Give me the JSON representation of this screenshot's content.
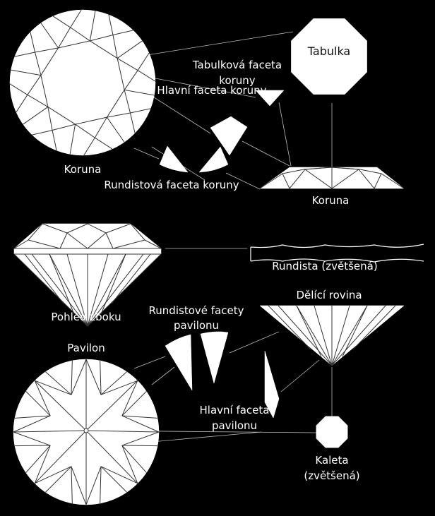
{
  "labels": {
    "tabulka": "Tabulka",
    "tabulkova_faceta_1": "Tabulková faceta",
    "tabulkova_faceta_2": "koruny",
    "hlavni_faceta_koruny": "Hlavní faceta koruny",
    "koruna_top": "Koruna",
    "rundistova_faceta_koruny": "Rundistová faceta koruny",
    "koruna_side": "Koruna",
    "rundista": "Rundista (zvětšená)",
    "pohled_zboku": "Pohled zboku",
    "delici_rovina": "Dělící rovina",
    "rundistove_facety_1": "Rundistové facety",
    "rundistove_facety_2": "pavilonu",
    "pavilon": "Pavilon",
    "hlavni_faceta_pavilonu_1": "Hlavní faceta",
    "hlavni_faceta_pavilonu_2": "pavilonu",
    "kaleta_1": "Kaleta",
    "kaleta_2": "(zvětšená)"
  },
  "colors": {
    "background": "#000000",
    "shape": "#ffffff",
    "facet_line": "#333333"
  }
}
